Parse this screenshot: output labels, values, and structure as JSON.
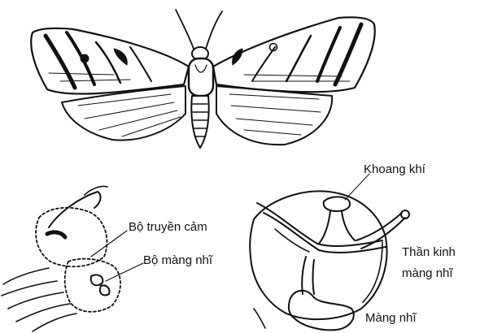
{
  "labels": {
    "air_cavity": "Khoang khí",
    "sensory_organ": "Bộ truyền cảm",
    "tympanal_organ": "Bộ màng nhĩ",
    "tympanal_nerve_line1": "Thần kinh",
    "tympanal_nerve_line2": "màng nhĩ",
    "tympanum": "Màng nhĩ"
  },
  "colors": {
    "ink": "#111111",
    "background": "#ffffff"
  }
}
